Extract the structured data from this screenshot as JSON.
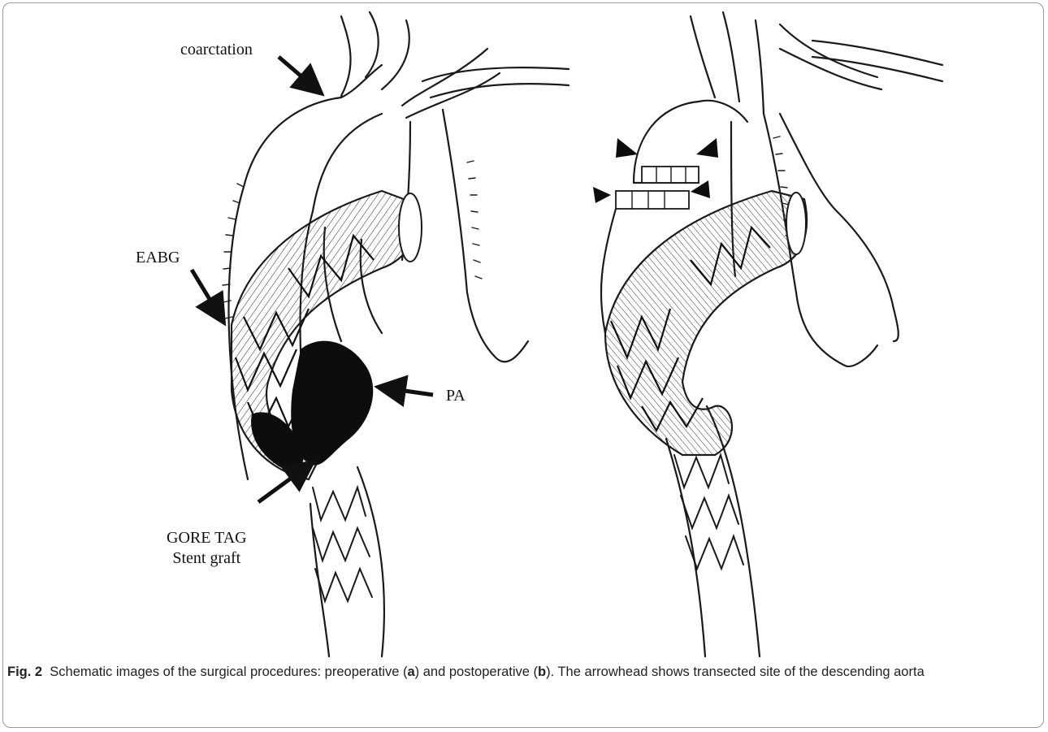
{
  "figure": {
    "panel_a_labels": {
      "coarctation": "coarctation",
      "eabg": "EABG",
      "pa": "PA",
      "gore_tag_line1": "GORE TAG",
      "gore_tag_line2": "Stent graft"
    },
    "caption": {
      "fig_number": "Fig. 2",
      "text_1": "Schematic images of the surgical procedures: preoperative (",
      "panel_a": "a",
      "text_2": ") and postoperative (",
      "panel_b": "b",
      "text_3": "). The arrowhead shows transected site of the descending aorta"
    }
  }
}
